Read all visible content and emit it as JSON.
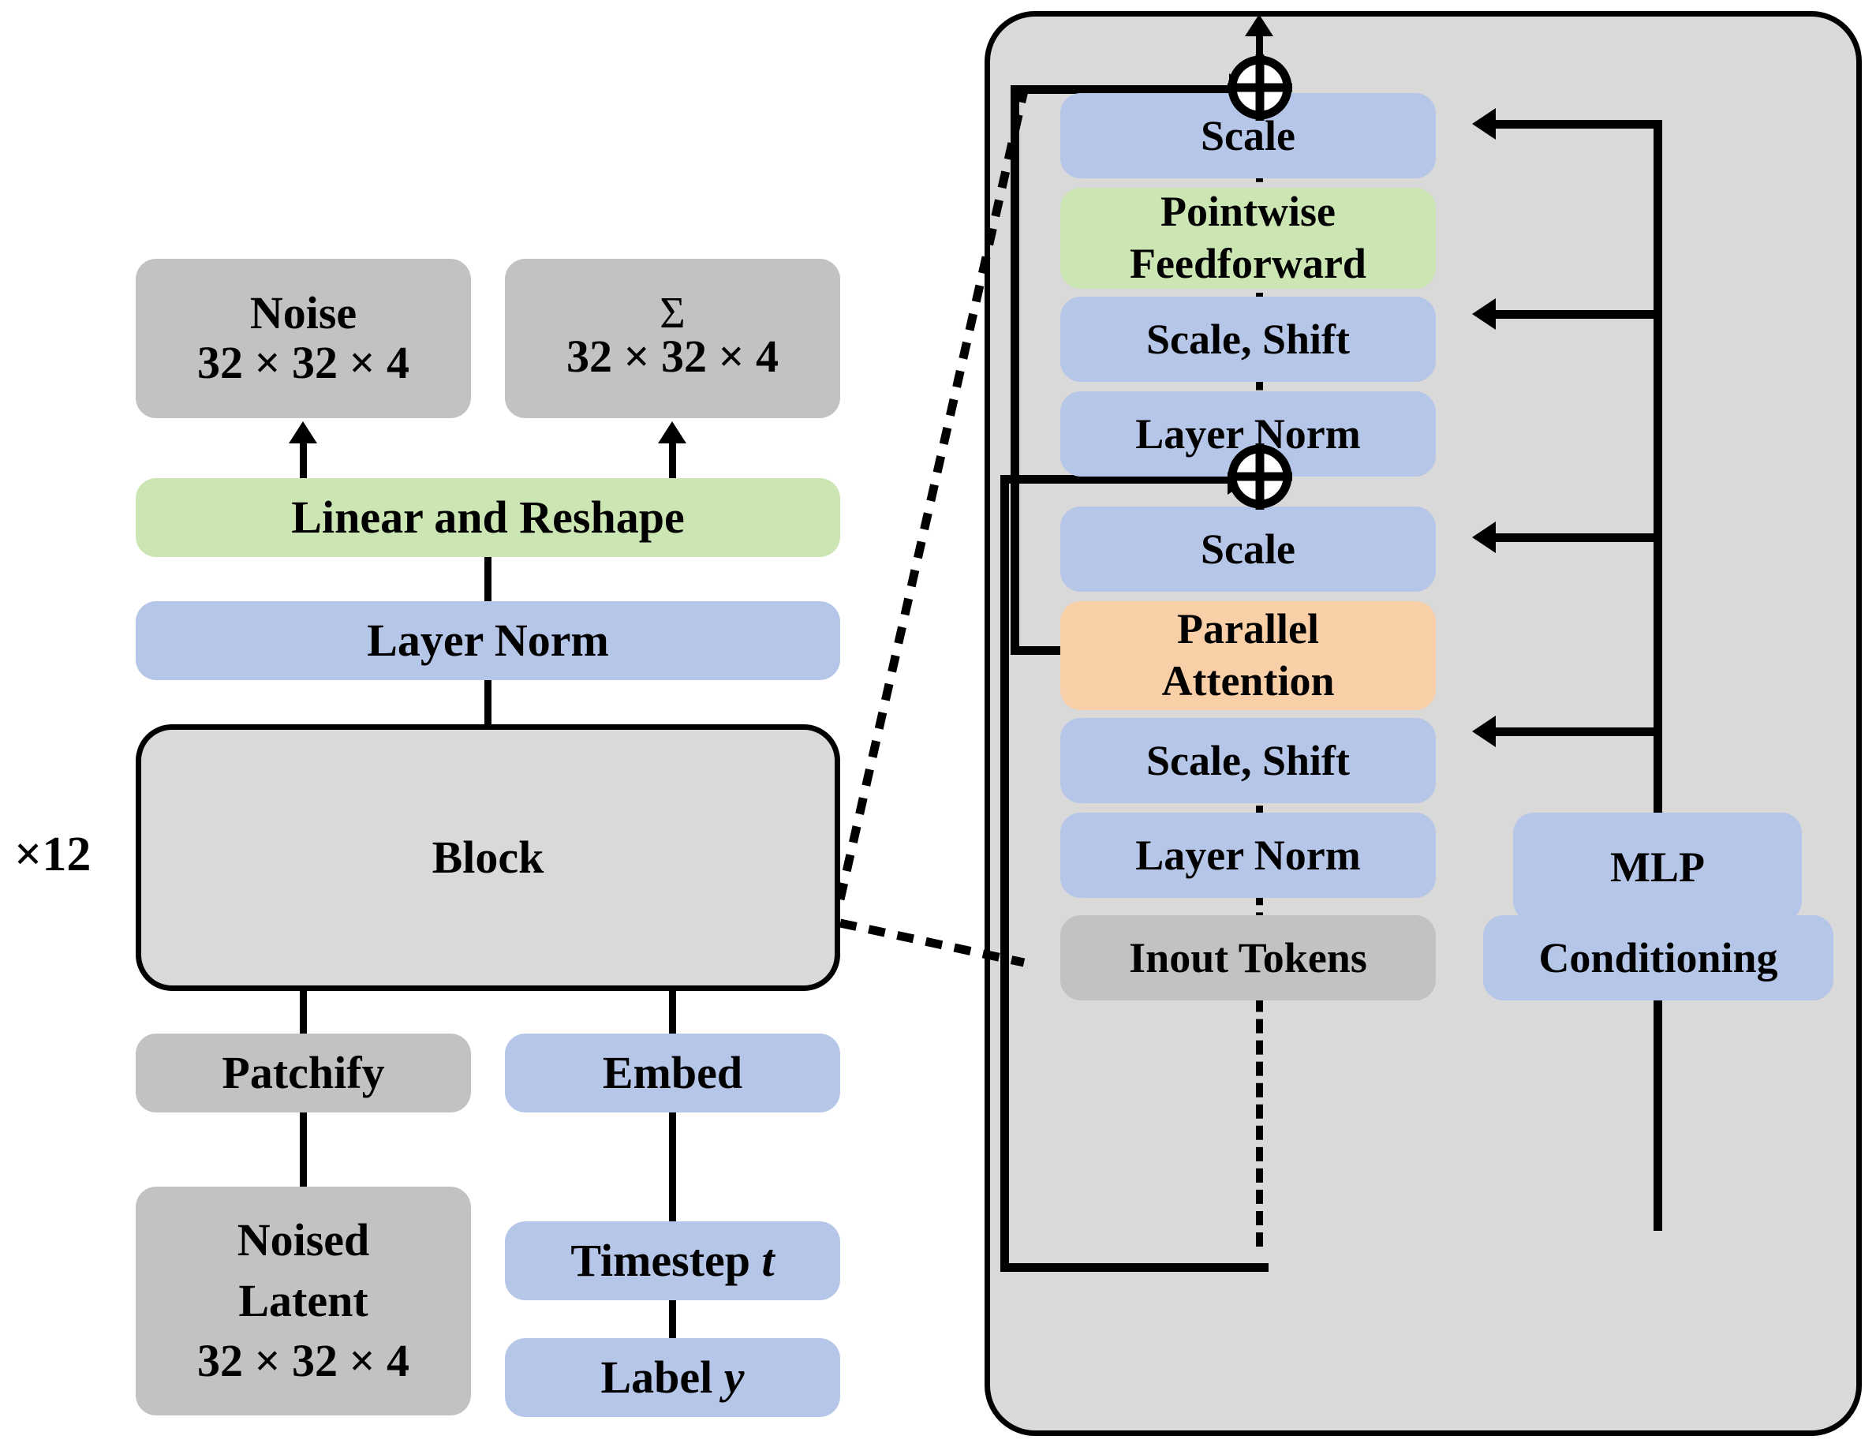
{
  "figure": {
    "title": "Diffusion Transformer (DiT) architecture diagram",
    "colors": {
      "gray_node": "#c2c2c2",
      "blue_node": "#b6c6e8",
      "green_node": "#cbe5b3",
      "orange_node": "#f9cfa7",
      "panel_background": "#d9d9d9",
      "stroke": "#000000",
      "page_background": "#ffffff"
    }
  },
  "left_diagram": {
    "repeat_label": "×12",
    "nodes": {
      "noise": {
        "line1": "Noise",
        "line2": "32 × 32 × 4",
        "color": "gray_node"
      },
      "sigma": {
        "line1": "Σ",
        "line2": "32 × 32 × 4",
        "color": "gray_node"
      },
      "linear_and_reshape": {
        "label": "Linear and Reshape",
        "color": "green_node"
      },
      "layer_norm": {
        "label": "Layer Norm",
        "color": "blue_node"
      },
      "block": {
        "label": "Block",
        "color": "panel_background"
      },
      "patchify": {
        "label": "Patchify",
        "color": "gray_node"
      },
      "embed": {
        "label": "Embed",
        "color": "blue_node"
      },
      "noised_latent": {
        "line1": "Noised",
        "line2": "Latent",
        "line3": "32 × 32 × 4",
        "color": "gray_node"
      },
      "timestep": {
        "label_prefix": "Timestep ",
        "label_variable": "t",
        "color": "blue_node"
      },
      "label_y": {
        "label_prefix": "Label ",
        "label_variable": "y",
        "color": "blue_node"
      }
    }
  },
  "right_panel": {
    "nodes": {
      "ff_scale": {
        "label": "Scale",
        "color": "blue_node"
      },
      "pointwise_feedforward": {
        "line1": "Pointwise",
        "line2": "Feedforward",
        "color": "green_node"
      },
      "ff_scale_shift": {
        "label": "Scale, Shift",
        "color": "blue_node"
      },
      "ff_layer_norm": {
        "label": "Layer Norm",
        "color": "blue_node"
      },
      "attn_scale": {
        "label": "Scale",
        "color": "blue_node"
      },
      "parallel_attention": {
        "line1": "Parallel",
        "line2": "Attention",
        "color": "orange_node"
      },
      "attn_scale_shift": {
        "label": "Scale, Shift",
        "color": "blue_node"
      },
      "attn_layer_norm": {
        "label": "Layer Norm",
        "color": "blue_node"
      },
      "inout_tokens": {
        "label": "Inout Tokens",
        "color": "gray_node"
      },
      "mlp": {
        "label": "MLP",
        "color": "blue_node"
      },
      "conditioning": {
        "label": "Conditioning",
        "color": "blue_node"
      }
    },
    "operators": {
      "residual_add_top": "⊕",
      "residual_add_bottom": "⊕"
    }
  }
}
